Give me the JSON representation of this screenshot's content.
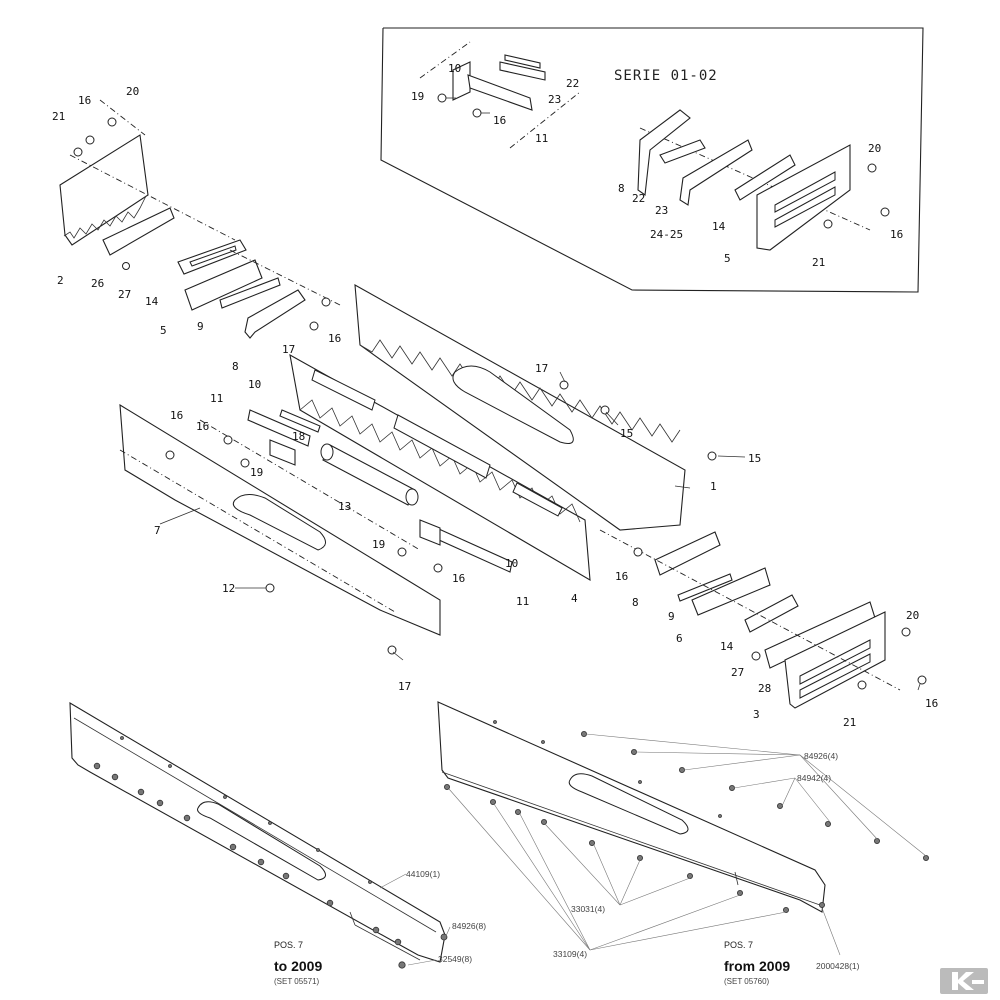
{
  "inset": {
    "title": "SERIE 01-02",
    "callouts": [
      "22",
      "23",
      "19",
      "16",
      "11",
      "20",
      "8",
      "22",
      "23",
      "24-25",
      "14",
      "16",
      "5",
      "21",
      "10"
    ]
  },
  "main_callouts": [
    "21",
    "16",
    "20",
    "2",
    "26",
    "27",
    "14",
    "5",
    "9",
    "8",
    "17",
    "16",
    "10",
    "11",
    "16",
    "18",
    "19",
    "13",
    "7",
    "16",
    "12",
    "19",
    "10",
    "11",
    "16",
    "4",
    "15",
    "15",
    "1",
    "17",
    "8",
    "16",
    "9",
    "6",
    "14",
    "27",
    "28",
    "3",
    "21",
    "20",
    "16",
    "17"
  ],
  "left_panel": {
    "refs": [
      "44109(1)",
      "84926(8)",
      "32549(8)"
    ],
    "pos": "POS. 7",
    "period": "to 2009",
    "set": "(SET 05571)"
  },
  "right_panel": {
    "refs": [
      "84926(4)",
      "84942(4)",
      "33031(4)",
      "33109(4)",
      "2000428(1)"
    ],
    "pos": "POS. 7",
    "period": "from 2009",
    "set": "(SET 05760)"
  },
  "logo_icon": "brand-logo-icon"
}
